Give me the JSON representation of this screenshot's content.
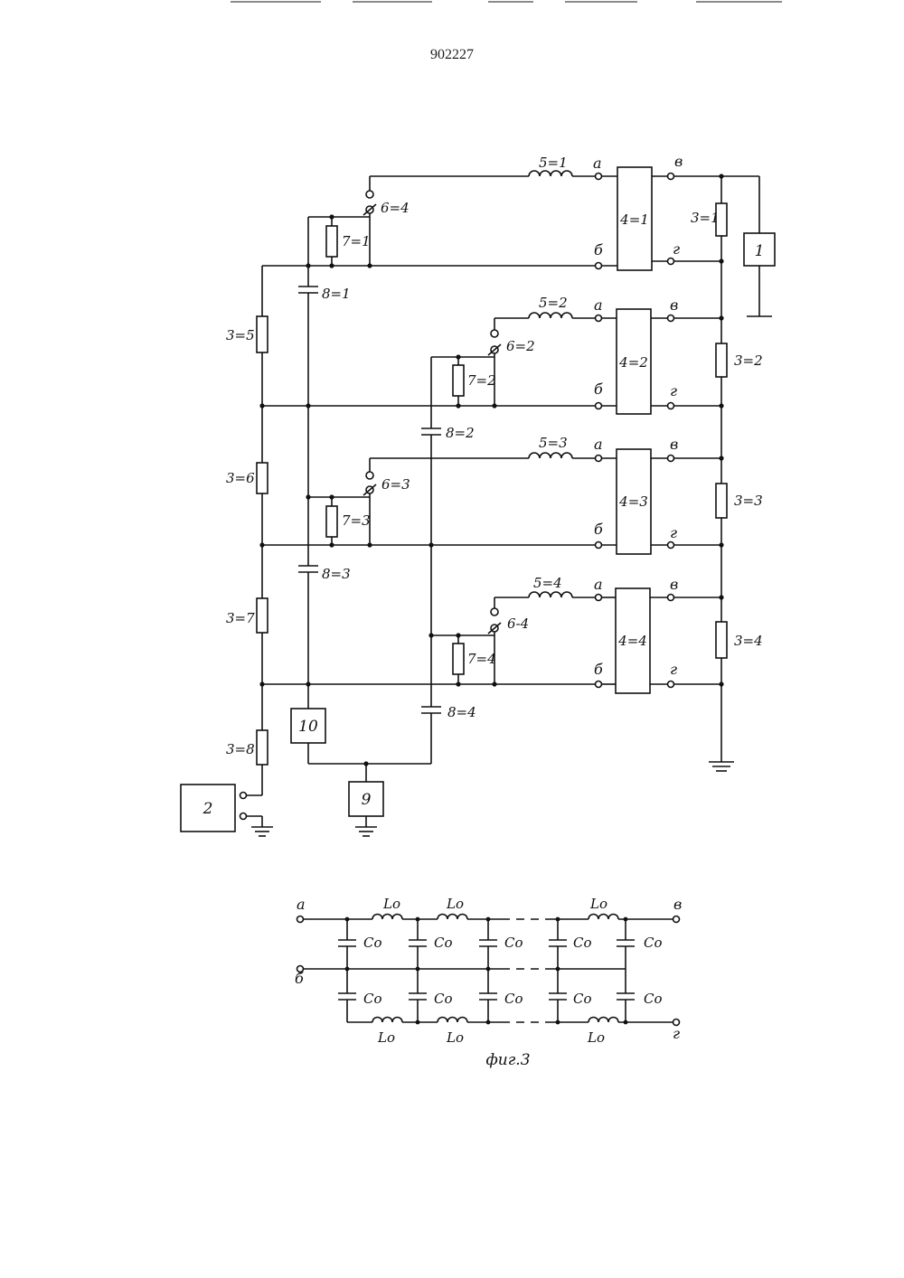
{
  "page_number": "902227",
  "main": {
    "blocks": {
      "b1": "1",
      "b2": "2",
      "b9": "9",
      "b10": "10"
    },
    "lines": [
      {
        "inductor": "5=1",
        "switch": "6=4",
        "resistor": "7=1",
        "cap": "8=1",
        "block": "4=1",
        "right_res": "3=1",
        "left_res": "3=5"
      },
      {
        "inductor": "5=2",
        "switch": "6=2",
        "resistor": "7=2",
        "cap": "8=2",
        "block": "4=2",
        "right_res": "3=2",
        "left_res": "3=6"
      },
      {
        "inductor": "5=3",
        "switch": "6=3",
        "resistor": "7=3",
        "cap": "8=3",
        "block": "4=3",
        "right_res": "3=3",
        "left_res": "3=7"
      },
      {
        "inductor": "5=4",
        "switch": "6-4",
        "resistor": "7=4",
        "cap": "8=4",
        "block": "4=4",
        "right_res": "3=4",
        "left_res": "3=8"
      }
    ],
    "terminals": {
      "a": "a",
      "b": "б",
      "v": "в",
      "g": "г"
    }
  },
  "fig3": {
    "caption": "фиг.3",
    "inductor_label": "Lo",
    "capacitor_label": "Co",
    "terminals": {
      "a": "a",
      "b": "б",
      "v": "в",
      "g": "г"
    }
  }
}
